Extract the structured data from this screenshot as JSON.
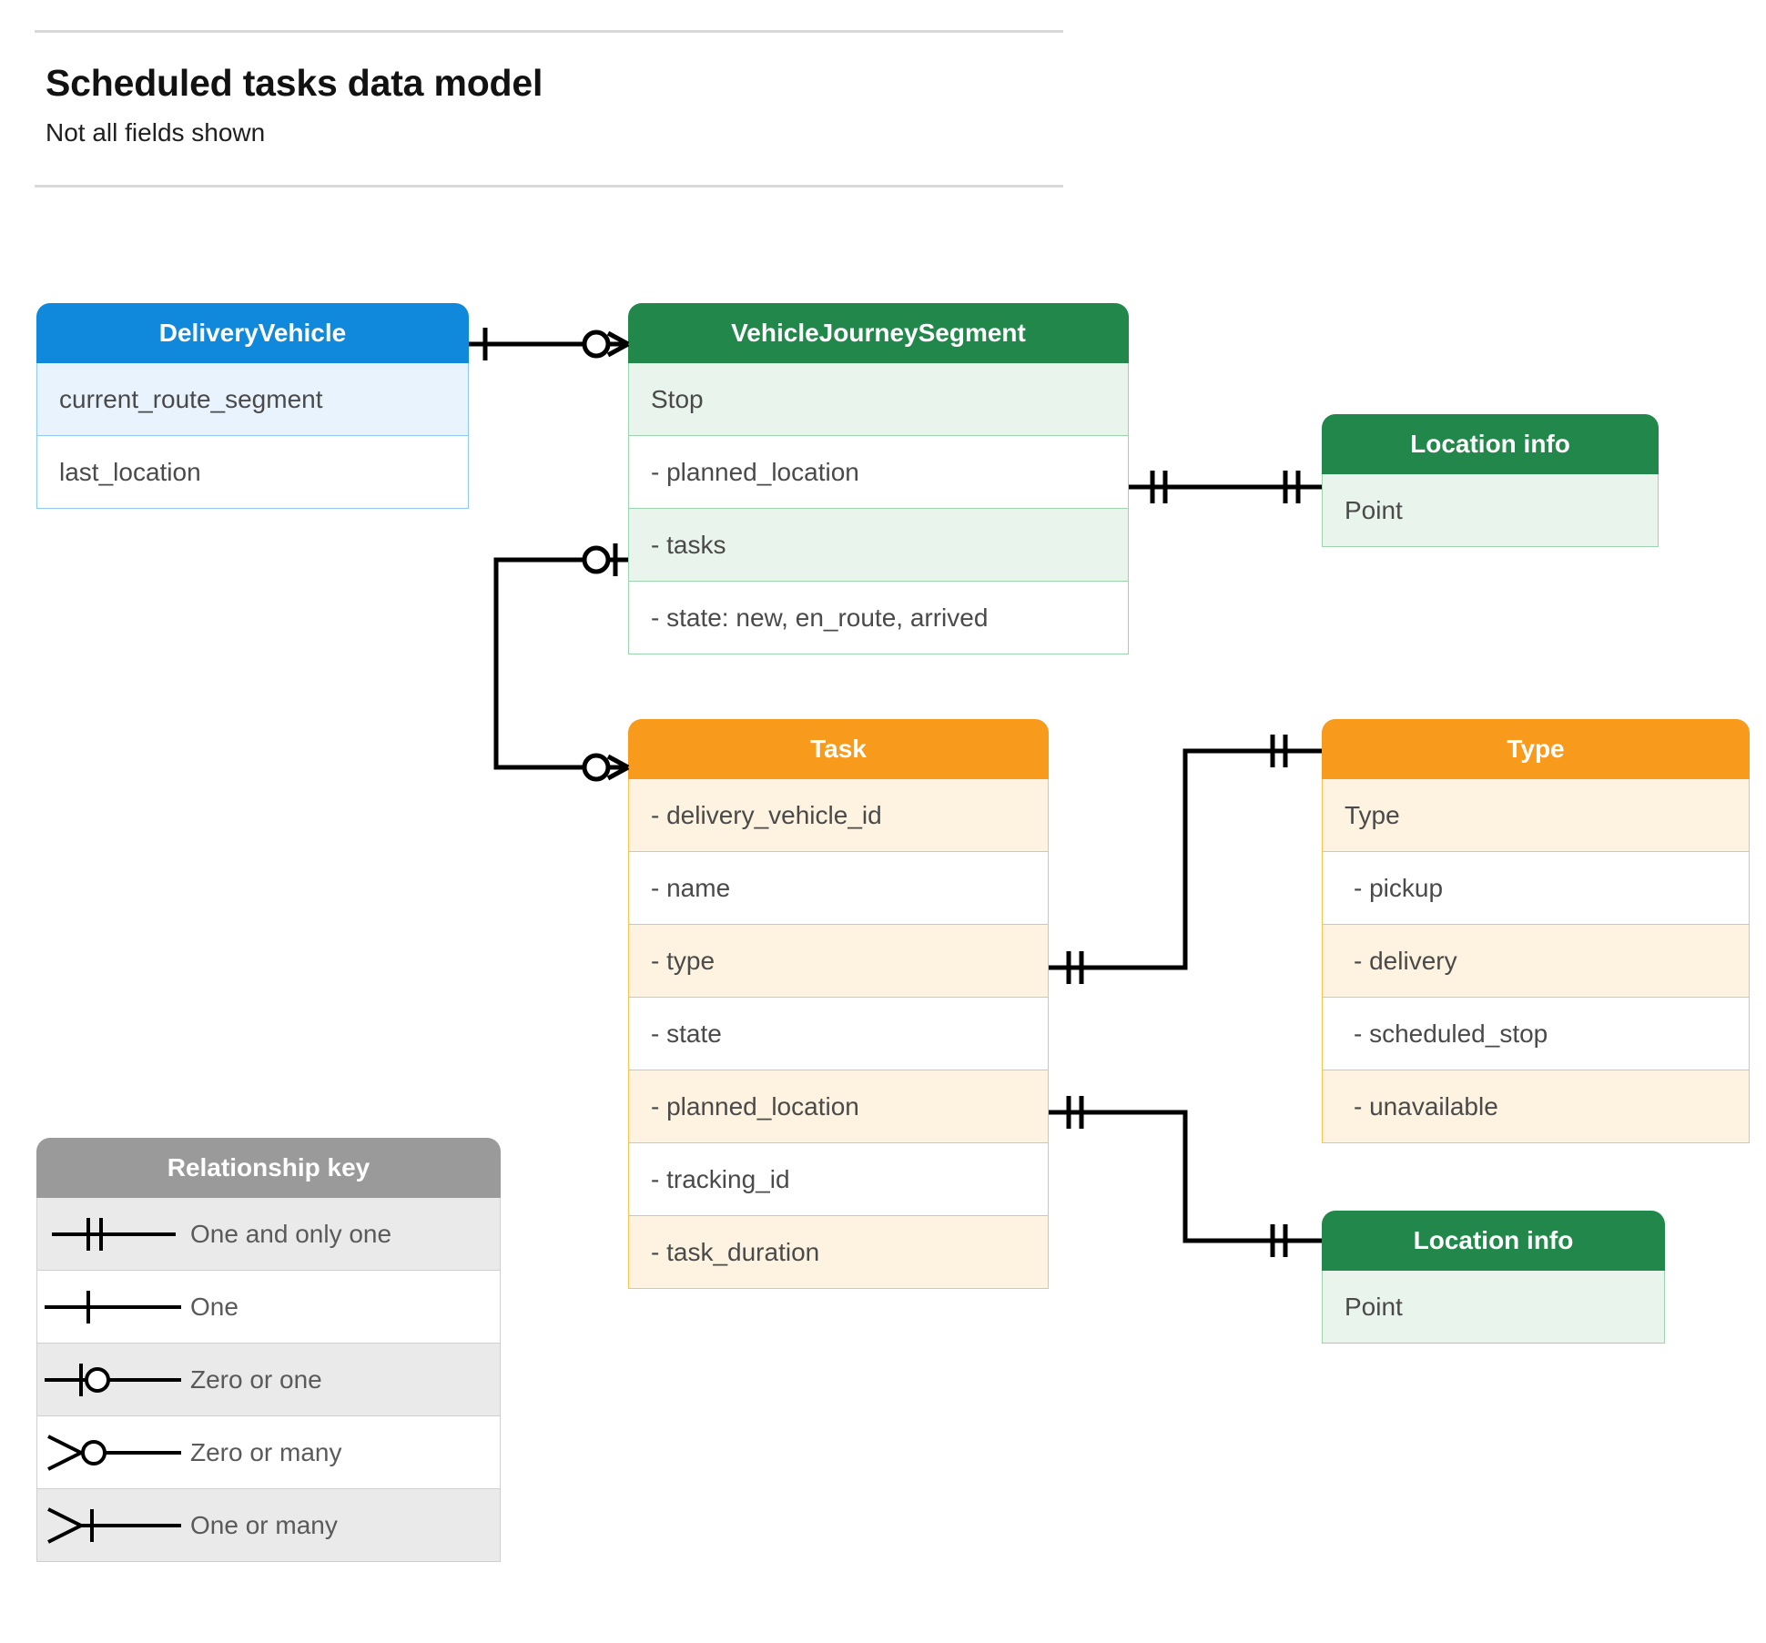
{
  "header": {
    "title": "Scheduled tasks data model",
    "subtitle": "Not all fields shown"
  },
  "colors": {
    "blue_header": "#1089dd",
    "blue_row_alt": "#e8f3fd",
    "blue_border": "#8ecaf2",
    "green_header": "#22874a",
    "green_row_alt": "#e9f4ec",
    "green_border": "#9bd4ae",
    "orange_header": "#f89a1c",
    "orange_row_alt": "#fdf3e0",
    "orange_border": "#fcc352",
    "grey_header": "#9a9a9a",
    "grey_row_alt": "#eaeaea",
    "connector": "#000000",
    "rule": "#d9d9d9",
    "text": "#4a4a4a"
  },
  "entities": {
    "delivery_vehicle": {
      "title": "DeliveryVehicle",
      "rows": [
        "current_route_segment",
        "last_location"
      ]
    },
    "vehicle_journey_segment": {
      "title": "VehicleJourneySegment",
      "rows": [
        "Stop",
        "-  planned_location",
        "- tasks",
        "- state: new, en_route, arrived"
      ]
    },
    "location_info_top": {
      "title": "Location info",
      "rows": [
        "Point"
      ]
    },
    "task": {
      "title": "Task",
      "rows": [
        "- delivery_vehicle_id",
        "- name",
        "- type",
        "- state",
        "- planned_location",
        "- tracking_id",
        "- task_duration"
      ]
    },
    "type": {
      "title": "Type",
      "rows": [
        "Type",
        "-   pickup",
        "-   delivery",
        "-   scheduled_stop",
        "-   unavailable"
      ]
    },
    "location_info_bottom": {
      "title": "Location info",
      "rows": [
        "Point"
      ]
    }
  },
  "legend": {
    "title": "Relationship key",
    "items": [
      {
        "symbol": "one-and-only-one",
        "label": "One and only one"
      },
      {
        "symbol": "one",
        "label": "One"
      },
      {
        "symbol": "zero-or-one",
        "label": "Zero or one"
      },
      {
        "symbol": "zero-or-many",
        "label": "Zero or many"
      },
      {
        "symbol": "one-or-many",
        "label": "One or many"
      }
    ]
  },
  "relationships": [
    {
      "from": "DeliveryVehicle",
      "from_cardinality": "one",
      "to": "VehicleJourneySegment",
      "to_cardinality": "zero-or-many"
    },
    {
      "from": "VehicleJourneySegment.planned_location",
      "from_cardinality": "one-and-only-one",
      "to": "Location info",
      "to_cardinality": "one-and-only-one"
    },
    {
      "from": "VehicleJourneySegment.tasks",
      "from_cardinality": "zero-or-one",
      "to": "Task",
      "to_cardinality": "zero-or-many"
    },
    {
      "from": "Task.type",
      "from_cardinality": "one-and-only-one",
      "to": "Type",
      "to_cardinality": "one-and-only-one"
    },
    {
      "from": "Task.planned_location",
      "from_cardinality": "one-and-only-one",
      "to": "Location info",
      "to_cardinality": "one-and-only-one"
    }
  ]
}
